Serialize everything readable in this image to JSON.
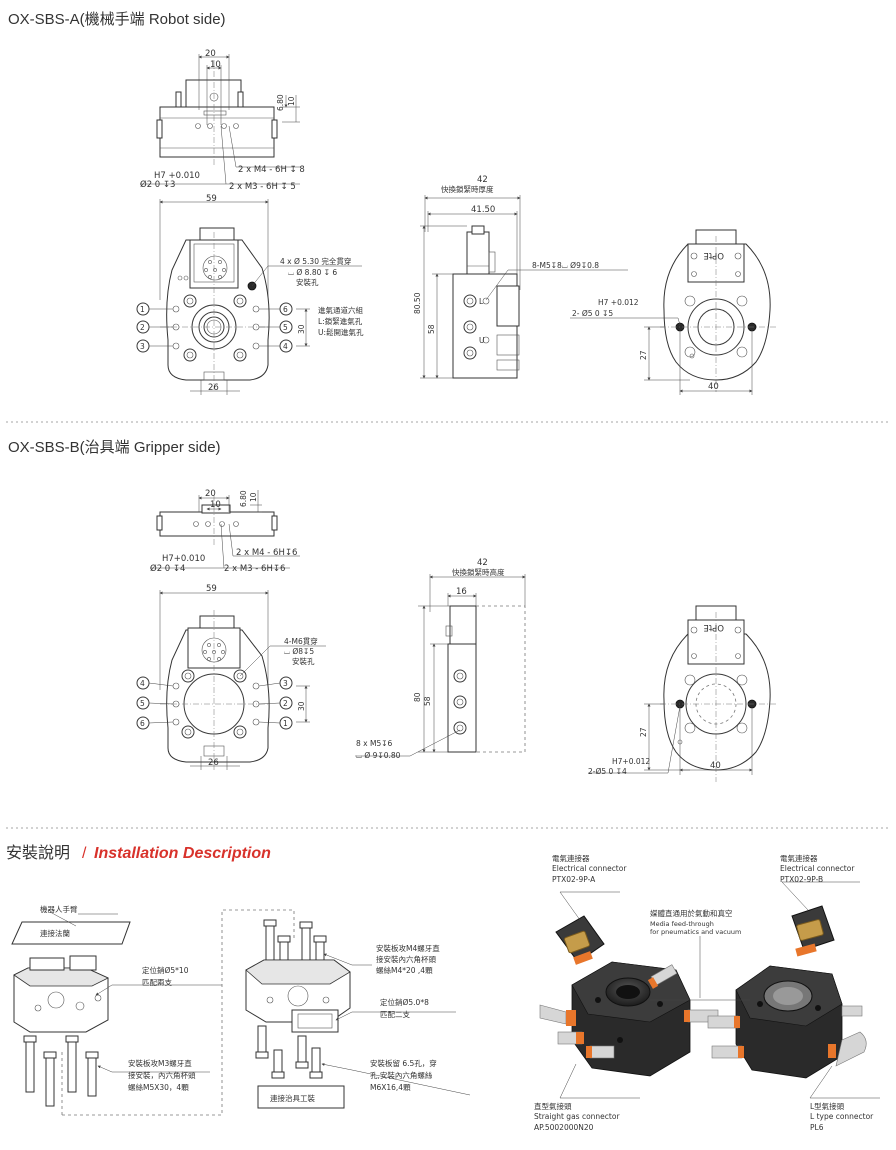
{
  "section_a": {
    "title": "OX-SBS-A(機械手端 Robot side)",
    "top_dims": {
      "w20": "20",
      "w10": "10",
      "h680": "6.80",
      "h10": "10"
    },
    "top_notes": {
      "tap1": "2 x M4 - 6H ↧ 8",
      "h7": "H7 +0.010",
      "pin": "Ø2      0     ↧3",
      "tap2": "2 x M3 - 6H ↧ 5"
    },
    "front": {
      "w59": "59",
      "w26": "26",
      "h30": "30",
      "hole_note1": "4 x Ø 5.30 完全貫穿",
      "hole_note2": "⌴ Ø 8.80 ↧ 6",
      "hole_note3": "安裝孔",
      "air_note1": "進氣通道六組",
      "air_note2": "L:鎖緊進氣孔",
      "air_note3": "U:鬆開進氣孔",
      "ports": [
        "1",
        "2",
        "3",
        "6",
        "5",
        "4"
      ]
    },
    "side": {
      "w42": "42",
      "thick": "快換鎖緊時厚度",
      "w4150": "41.50",
      "h8050": "80.50",
      "h58": "58",
      "tap": "8-M5↧8⌴ Ø9↧0.8",
      "port_labels": [
        "L",
        "U"
      ]
    },
    "back": {
      "h7": "H7 +0.012",
      "pin": "2- Ø5      0     ↧5",
      "h27": "27",
      "w40": "40",
      "logo": "OPtE"
    }
  },
  "section_b": {
    "title": "OX-SBS-B(治具端 Gripper side)",
    "top_dims": {
      "w20": "20",
      "w10": "10",
      "h680": "6.80",
      "h10": "10"
    },
    "top_notes": {
      "tap1": "2 x  M4 - 6H↧6",
      "h7": "H7+0.010",
      "pin": "Ø2      0     ↧4",
      "tap2": "2 x M3 - 6H↧6"
    },
    "front": {
      "w59": "59",
      "w26": "26",
      "h30": "30",
      "hole_note1": "4-M6貫穿",
      "hole_note2": "⌴ Ø8↧5",
      "hole_note3": "安裝孔",
      "ports": [
        "4",
        "5",
        "6",
        "3",
        "2",
        "1"
      ]
    },
    "side": {
      "w42": "42",
      "height": "快換鎖緊時高度",
      "w16": "16",
      "h80": "80",
      "h58": "58",
      "tap1": "8 x M5↧6",
      "tap2": "⌴ Ø 9↧0.80"
    },
    "back": {
      "h7": "H7+0.012",
      "pin": "2-Ø5     0     ↧4",
      "h27": "27",
      "w40": "40",
      "logo": "OPtE"
    }
  },
  "install": {
    "title_cn": "安裝說明",
    "slash": "/",
    "title_en": "Installation Description",
    "robot_arm": "機器人手臂",
    "flange": "連接法蘭",
    "pin1_a": "定位銷Ø5*10",
    "pin1_b": "匹配兩支",
    "m3_a": "安裝板攻M3螺牙直",
    "m3_b": "接安裝，內六角杯頭",
    "m3_c": "螺絲M5X30，4顆",
    "m4_a": "安裝板攻M4螺牙直",
    "m4_b": "接安裝內六角杯頭",
    "m4_c": "螺絲M4*20 ,4顆",
    "pin2_a": "定位銷Ø5.0*8",
    "pin2_b": "匹配二支",
    "hole_a": "安裝板留 6.5孔，穿",
    "hole_b": "孔,安裝內六角螺絲",
    "hole_c": "M6X16,4顆",
    "fixture": "連接治具工裝"
  },
  "photo": {
    "ec_a_cn": "電氣連接器",
    "ec_a_en": "Electrical connector",
    "ec_a_pn": "PTX02-9P-A",
    "ec_b_cn": "電氣連接器",
    "ec_b_en": "Electrical connector",
    "ec_b_pn": "PTX02-9P-B",
    "media_cn": "媒體直通用於氣動和真空",
    "media_en1": "Media feed-through",
    "media_en2": "for pneumatics and vacuum",
    "straight_cn": "直型氣接頭",
    "straight_en": "Straight gas connector",
    "straight_pn": "AP.5002000N20",
    "ltype_cn": "L型氣接頭",
    "ltype_en": "L type connector",
    "ltype_pn": "PL6"
  }
}
